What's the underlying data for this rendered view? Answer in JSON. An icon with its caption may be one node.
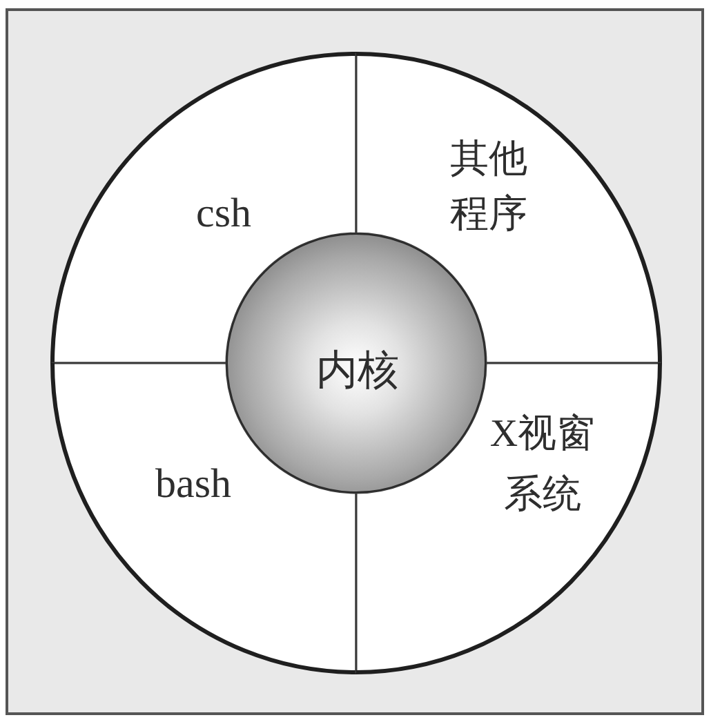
{
  "diagram": {
    "nodes": [
      {
        "text": [
          "csh"
        ]
      },
      {
        "text": [
          "其他程序"
        ]
      },
      {
        "text": [
          "内核"
        ]
      },
      {
        "text": [
          "bash"
        ]
      },
      {
        "text": [
          "X视窗系统"
        ]
      }
    ]
  }
}
